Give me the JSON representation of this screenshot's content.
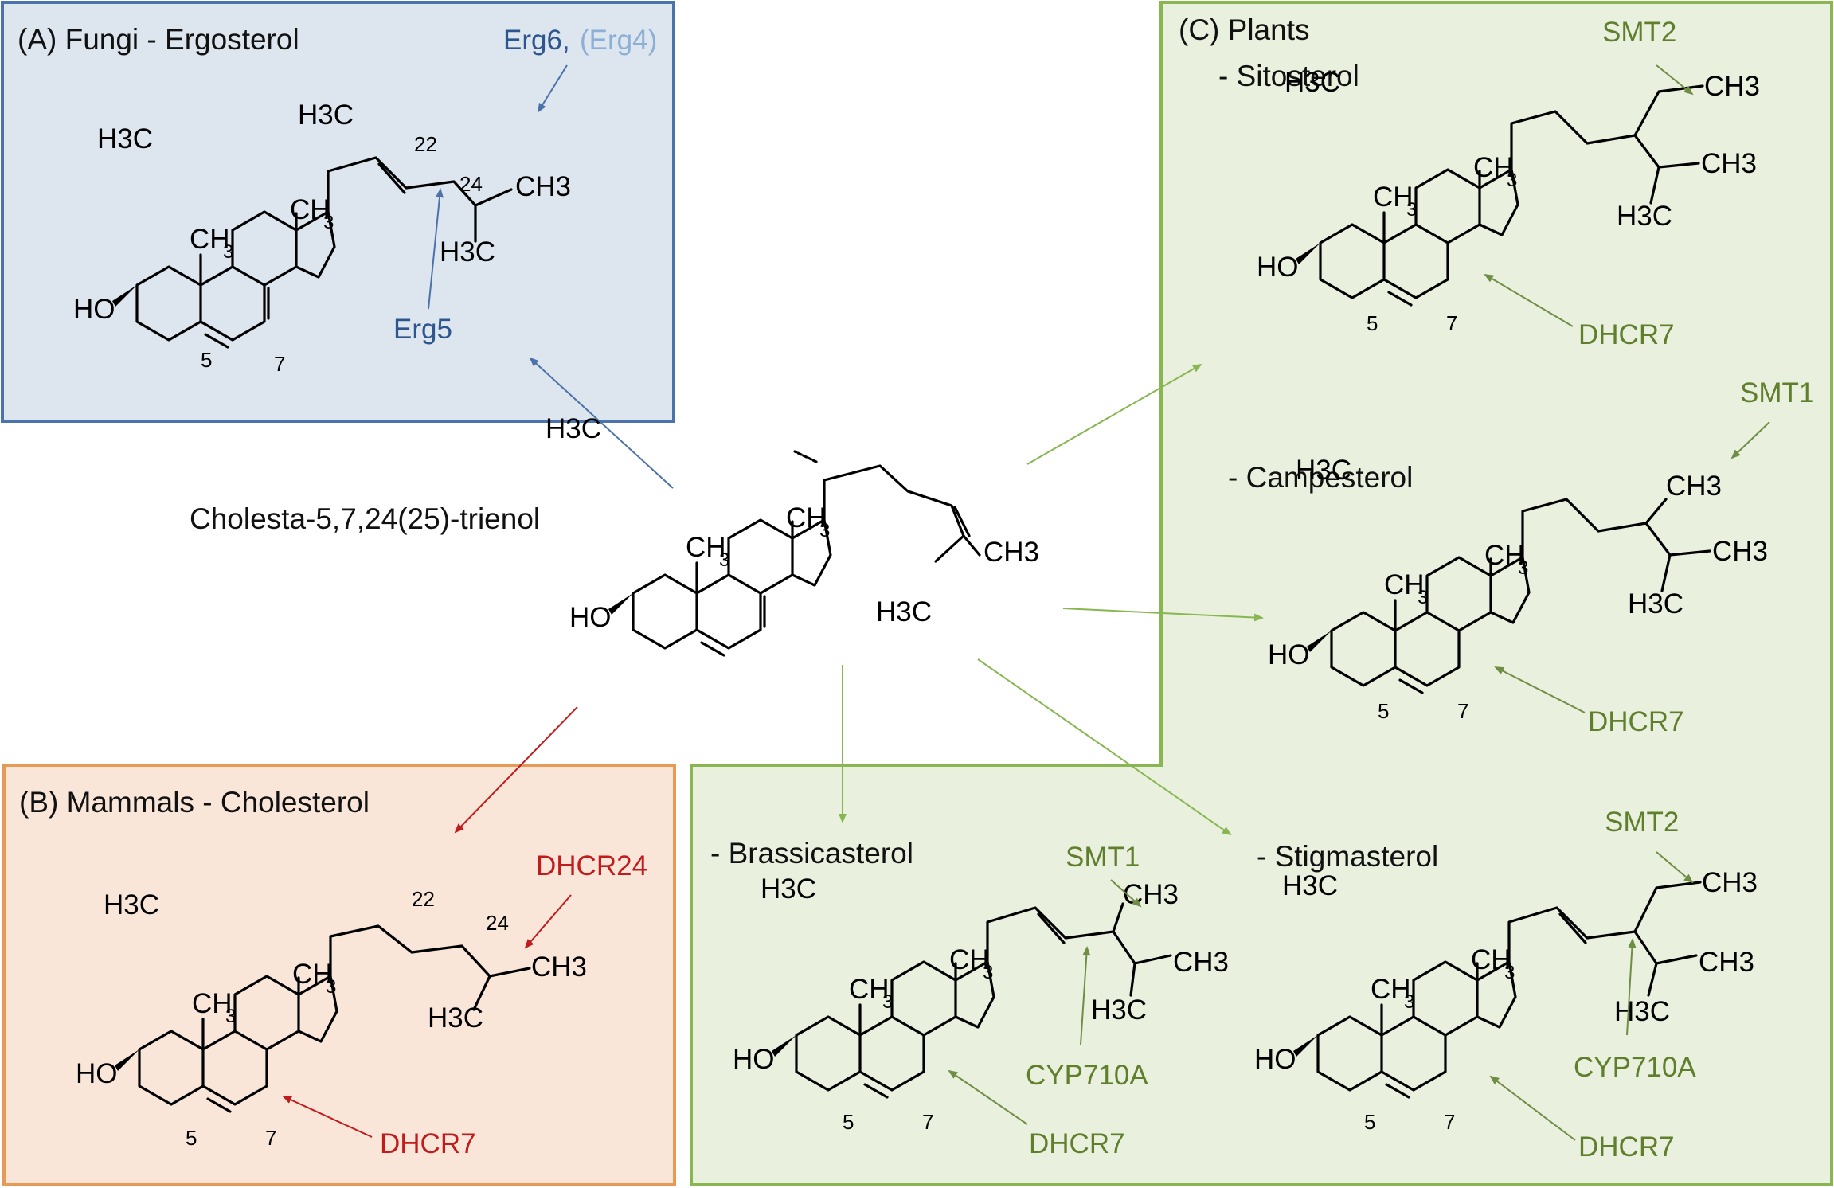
{
  "colors": {
    "fungi_fill": "#dde5ee",
    "fungi_border": "#4b72aa",
    "fungi_text": "#2d568f",
    "fungi_light": "#8cafd6",
    "mammal_fill": "#f9e6d9",
    "mammal_border": "#e69a55",
    "mammal_text": "#c11b1b",
    "plant_fill": "#e9f0de",
    "plant_border": "#88b650",
    "plant_text": "#5f7f2d"
  },
  "panels": {
    "fungi": {
      "label": "(A) Fungi - Ergosterol",
      "enz_erg6": "Erg6,",
      "enz_erg4": "(Erg4)",
      "enz_erg5": "Erg5"
    },
    "mammals": {
      "label": "(B) Mammals - Cholesterol",
      "enz_dhcr24": "DHCR24",
      "enz_dhcr7": "DHCR7"
    },
    "plants": {
      "label_line1": "(C) Plants",
      "sitosterol": "- Sitosterol",
      "campesterol": "- Campesterol",
      "brassicasterol": "- Brassicasterol",
      "stigmasterol": "- Stigmasterol",
      "enz_smt1": "SMT1",
      "enz_smt2": "SMT2",
      "enz_dhcr7": "DHCR7",
      "enz_cyp": "CYP710A"
    }
  },
  "center": {
    "label": "Cholesta-5,7,24(25)-trienol"
  },
  "atoms": {
    "ho": "HO",
    "h3c": "H3C",
    "ch3": "CH3",
    "h": "H",
    "c": "C",
    "ch": "CH",
    "sub3": "3"
  },
  "numbers": {
    "n5": "5",
    "n7": "7",
    "n22": "22",
    "n24": "24"
  }
}
